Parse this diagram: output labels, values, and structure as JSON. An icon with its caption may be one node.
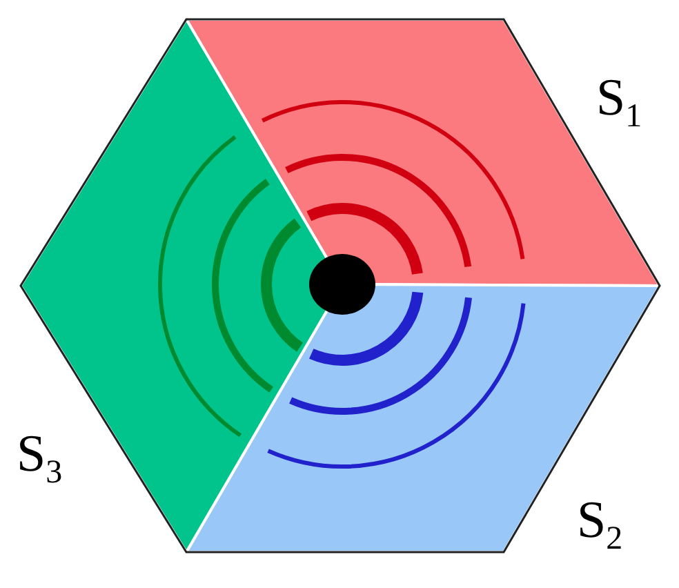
{
  "diagram": {
    "labels": [
      "S$_{1}$",
      "S$_{2}$",
      "S$_{3}$"
    ]
  }
}
